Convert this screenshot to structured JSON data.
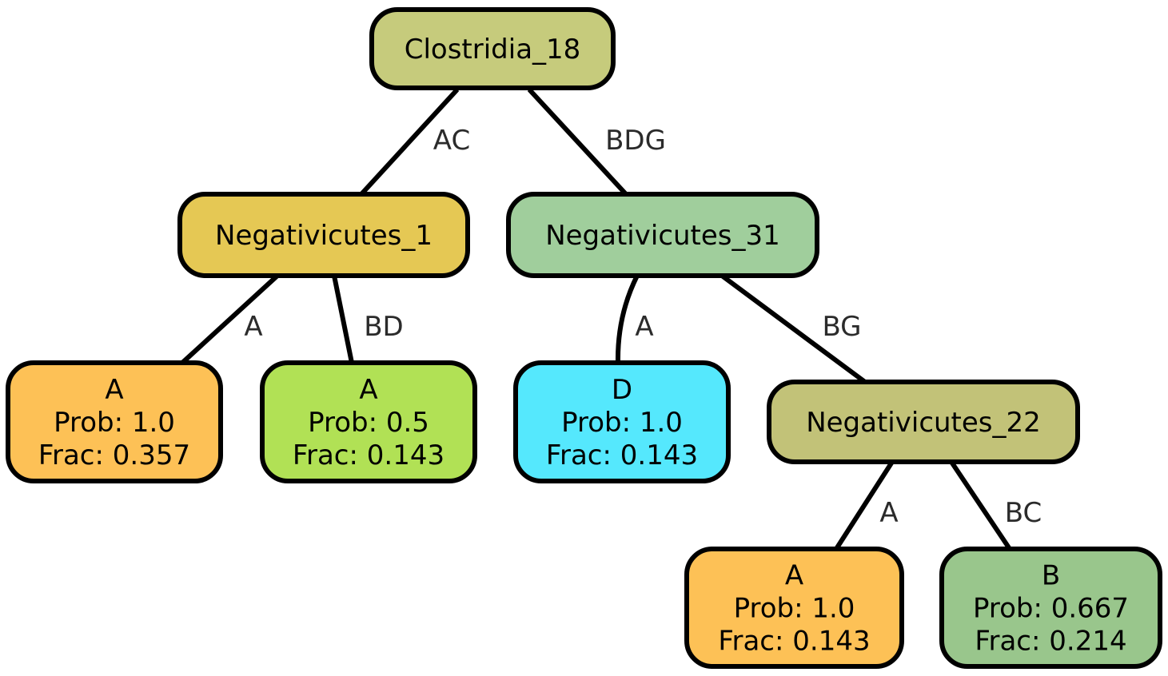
{
  "nodes": [
    {
      "id": "root",
      "lines": [
        "Clostridia_18"
      ],
      "color": "#c6cb7c"
    },
    {
      "id": "neg1",
      "lines": [
        "Negativicutes_1"
      ],
      "color": "#e5c854"
    },
    {
      "id": "neg31",
      "lines": [
        "Negativicutes_31"
      ],
      "color": "#a0ce9c"
    },
    {
      "id": "leafA1",
      "lines": [
        "A",
        "Prob: 1.0",
        "Frac: 0.357"
      ],
      "color": "#fdc156"
    },
    {
      "id": "leafA2",
      "lines": [
        "A",
        "Prob: 0.5",
        "Frac: 0.143"
      ],
      "color": "#b1e155"
    },
    {
      "id": "leafD",
      "lines": [
        "D",
        "Prob: 1.0",
        "Frac: 0.143"
      ],
      "color": "#55e8fd"
    },
    {
      "id": "neg22",
      "lines": [
        "Negativicutes_22"
      ],
      "color": "#c2c278"
    },
    {
      "id": "leafA3",
      "lines": [
        "A",
        "Prob: 1.0",
        "Frac: 0.143"
      ],
      "color": "#fdc156"
    },
    {
      "id": "leafB",
      "lines": [
        "B",
        "Prob: 0.667",
        "Frac: 0.214"
      ],
      "color": "#99c68c"
    }
  ],
  "edges": [
    {
      "from": "root",
      "to": "neg1",
      "label": "AC"
    },
    {
      "from": "root",
      "to": "neg31",
      "label": "BDG"
    },
    {
      "from": "neg1",
      "to": "leafA1",
      "label": "A"
    },
    {
      "from": "neg1",
      "to": "leafA2",
      "label": "BD"
    },
    {
      "from": "neg31",
      "to": "leafD",
      "label": "A"
    },
    {
      "from": "neg31",
      "to": "neg22",
      "label": "BG"
    },
    {
      "from": "neg22",
      "to": "leafA3",
      "label": "A"
    },
    {
      "from": "neg22",
      "to": "leafB",
      "label": "BC"
    }
  ]
}
